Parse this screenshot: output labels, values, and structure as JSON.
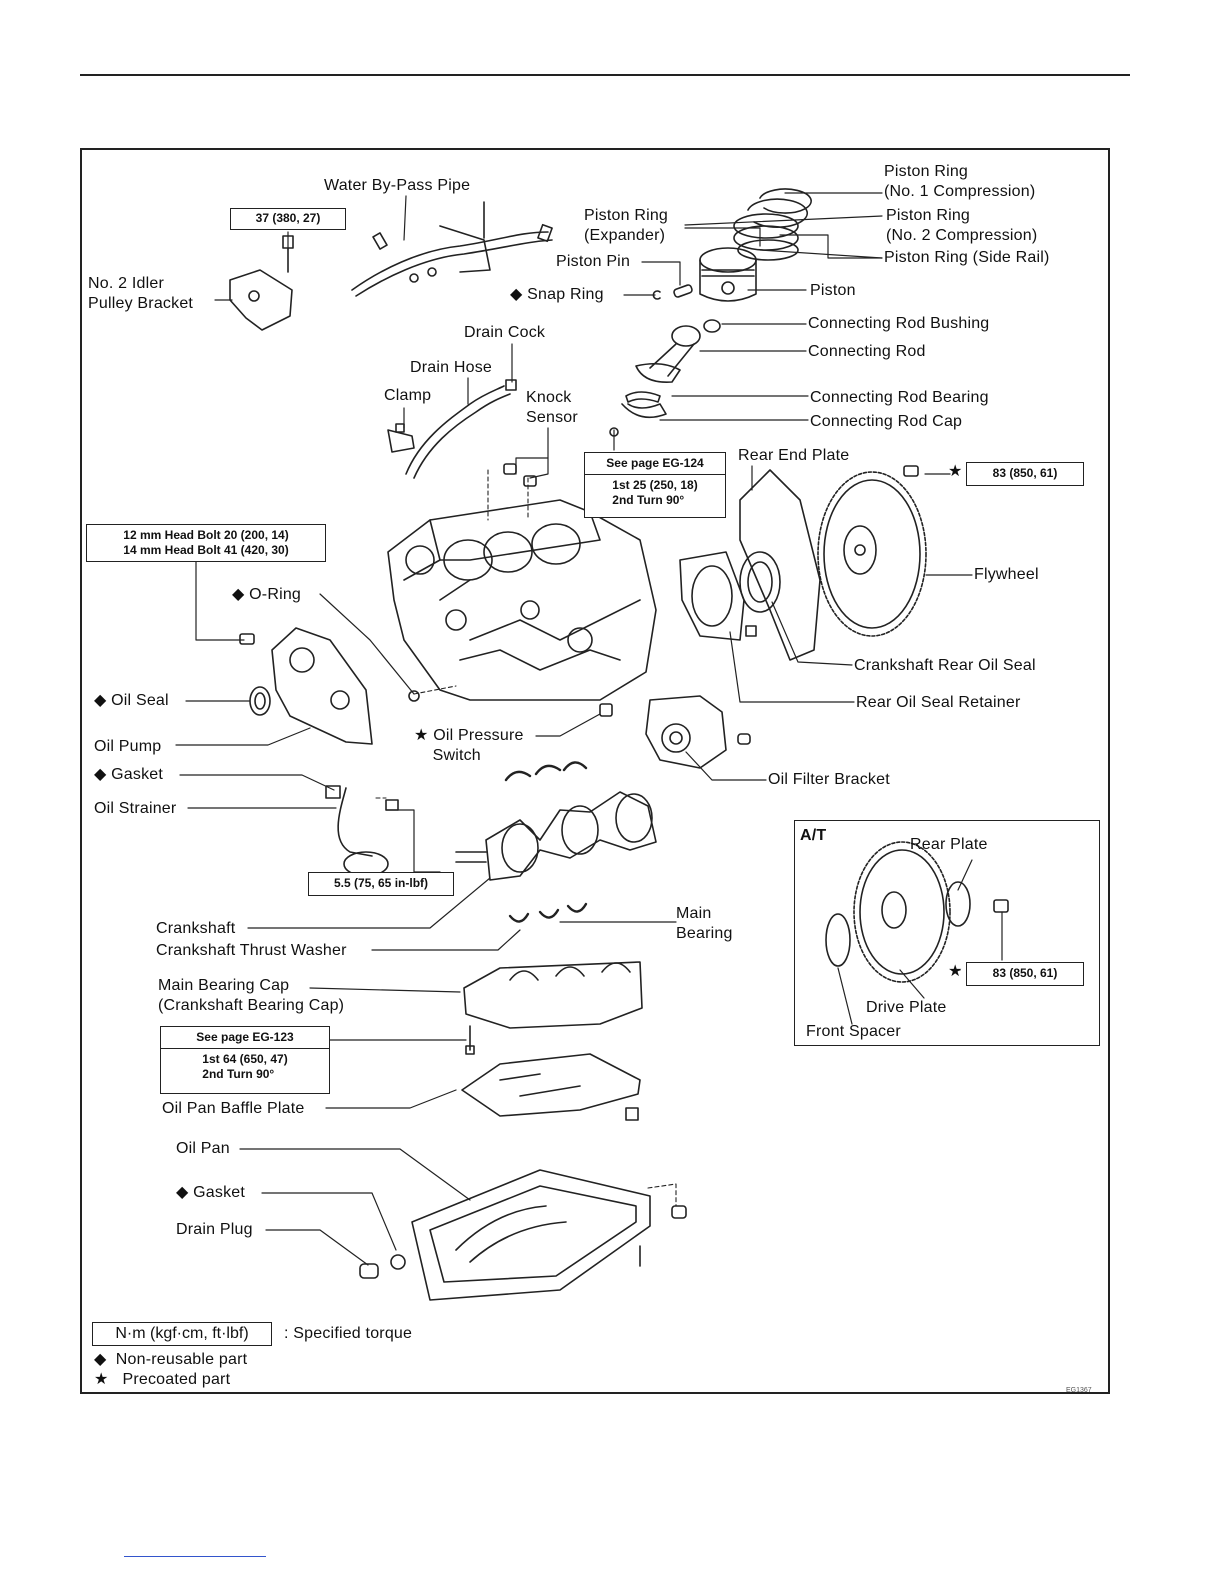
{
  "labels": {
    "water_bypass_pipe": "Water By-Pass Pipe",
    "piston_ring_no1": "Piston Ring\n(No. 1 Compression)",
    "piston_ring_expander": "Piston Ring\n(Expander)",
    "piston_ring_no2": "Piston Ring\n(No. 2 Compression)",
    "piston_ring_side_rail": "Piston Ring (Side Rail)",
    "piston_pin": "Piston Pin",
    "snap_ring": "◆ Snap Ring",
    "piston": "Piston",
    "idler_pulley_bracket": "No. 2 Idler\nPulley Bracket",
    "connecting_rod_bushing": "Connecting Rod Bushing",
    "connecting_rod": "Connecting Rod",
    "connecting_rod_bearing": "Connecting Rod Bearing",
    "connecting_rod_cap": "Connecting Rod Cap",
    "drain_cock": "Drain Cock",
    "drain_hose": "Drain Hose",
    "clamp": "Clamp",
    "knock_sensor": "Knock\nSensor",
    "rear_end_plate": "Rear End Plate",
    "flywheel": "Flywheel",
    "o_ring": "◆ O-Ring",
    "crankshaft_rear_oil_seal": "Crankshaft Rear Oil Seal",
    "oil_seal": "◆ Oil Seal",
    "rear_oil_seal_retainer": "Rear Oil Seal Retainer",
    "oil_pump": "Oil Pump",
    "oil_pressure_switch": "★ Oil Pressure\n    Switch",
    "oil_filter_bracket": "Oil Filter Bracket",
    "gasket_strainer": "◆ Gasket",
    "oil_strainer": "Oil Strainer",
    "crankshaft": "Crankshaft",
    "crankshaft_thrust_washer": "Crankshaft Thrust Washer",
    "main_bearing": "Main\nBearing",
    "main_bearing_cap": "Main Bearing Cap\n(Crankshaft Bearing Cap)",
    "oil_pan_baffle_plate": "Oil Pan Baffle Plate",
    "oil_pan": "Oil Pan",
    "gasket_pan": "◆ Gasket",
    "drain_plug": "Drain Plug",
    "at_title": "A/T",
    "rear_plate": "Rear Plate",
    "drive_plate": "Drive Plate",
    "front_spacer": "Front Spacer"
  },
  "torque": {
    "idler": "37 (380, 27)",
    "head_bolt_12": "12 mm Head Bolt 20 (200, 14)",
    "head_bolt_14": "14 mm Head Bolt 41 (420, 30)",
    "conrod_ref": "See page EG-124",
    "conrod_spec": "1st 25 (250, 18)\n2nd Turn 90°",
    "flywheel": "83 (850, 61)",
    "strainer": "5.5 (75, 65 in-lbf)",
    "main_cap_ref": "See page EG-123",
    "main_cap_spec": "1st 64 (650, 47)\n2nd Turn 90°",
    "drive_plate": "83 (850, 61)"
  },
  "legend": {
    "unit_box": "N·m (kgf·cm, ft·lbf)",
    "unit_desc": ":  Specified torque",
    "non_reusable": "◆  Non-reusable part",
    "precoated": "★   Precoated part"
  },
  "figure_code": "EG1367"
}
